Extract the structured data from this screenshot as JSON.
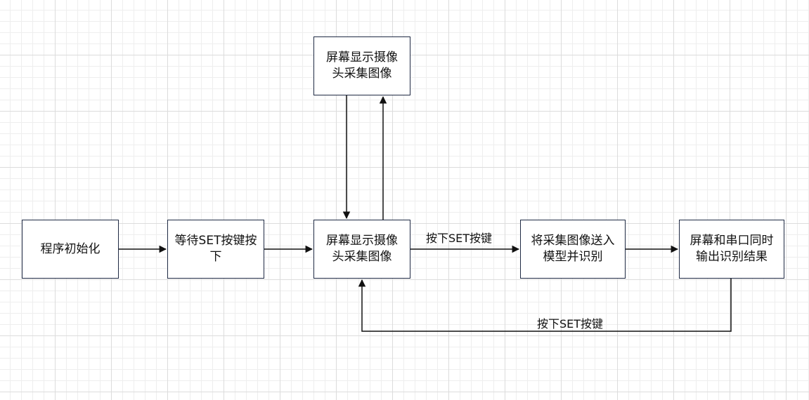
{
  "nodes": {
    "init": "程序初始化",
    "wait_set": "等待SET按键按\n下",
    "display_top": "屏幕显示摄像\n头采集图像",
    "display_main": "屏幕显示摄像\n头采集图像",
    "send_model": "将采集图像送入\n模型并识别",
    "output": "屏幕和串口同时\n输出识别结果"
  },
  "edges": {
    "to_model_label": "按下SET按键",
    "back_loop_label": "按下SET按键"
  }
}
